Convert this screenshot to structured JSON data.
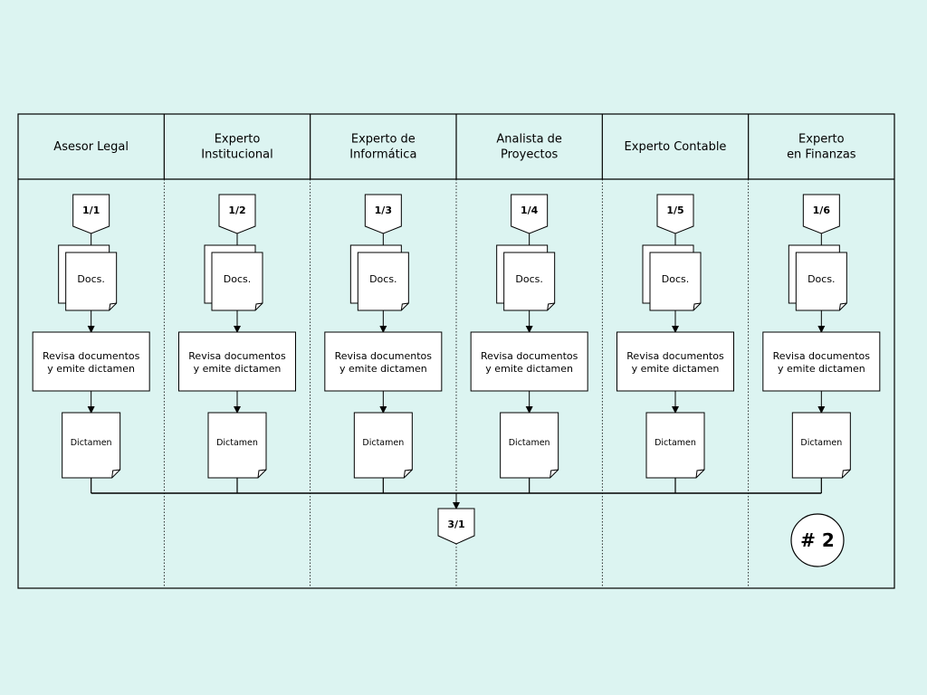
{
  "lanes": [
    {
      "header": [
        "Asesor Legal"
      ],
      "connector": "1/1",
      "docs_label": "Docs.",
      "process": [
        "Revisa documentos",
        "y emite dictamen"
      ],
      "output_label": "Dictamen"
    },
    {
      "header": [
        "Experto",
        "Institucional"
      ],
      "connector": "1/2",
      "docs_label": "Docs.",
      "process": [
        "Revisa documentos",
        "y emite dictamen"
      ],
      "output_label": "Dictamen"
    },
    {
      "header": [
        "Experto de",
        "Informática"
      ],
      "connector": "1/3",
      "docs_label": "Docs.",
      "process": [
        "Revisa documentos",
        "y emite dictamen"
      ],
      "output_label": "Dictamen"
    },
    {
      "header": [
        "Analista de",
        "Proyectos"
      ],
      "connector": "1/4",
      "docs_label": "Docs.",
      "process": [
        "Revisa documentos",
        "y emite dictamen"
      ],
      "output_label": "Dictamen"
    },
    {
      "header": [
        "Experto Contable"
      ],
      "connector": "1/5",
      "docs_label": "Docs.",
      "process": [
        "Revisa documentos",
        "y emite dictamen"
      ],
      "output_label": "Dictamen"
    },
    {
      "header": [
        "Experto",
        "en Finanzas"
      ],
      "connector": "1/6",
      "docs_label": "Docs.",
      "process": [
        "Revisa documentos",
        "y emite dictamen"
      ],
      "output_label": "Dictamen"
    }
  ],
  "merge_connector": "3/1",
  "page_stamp": "# 2"
}
